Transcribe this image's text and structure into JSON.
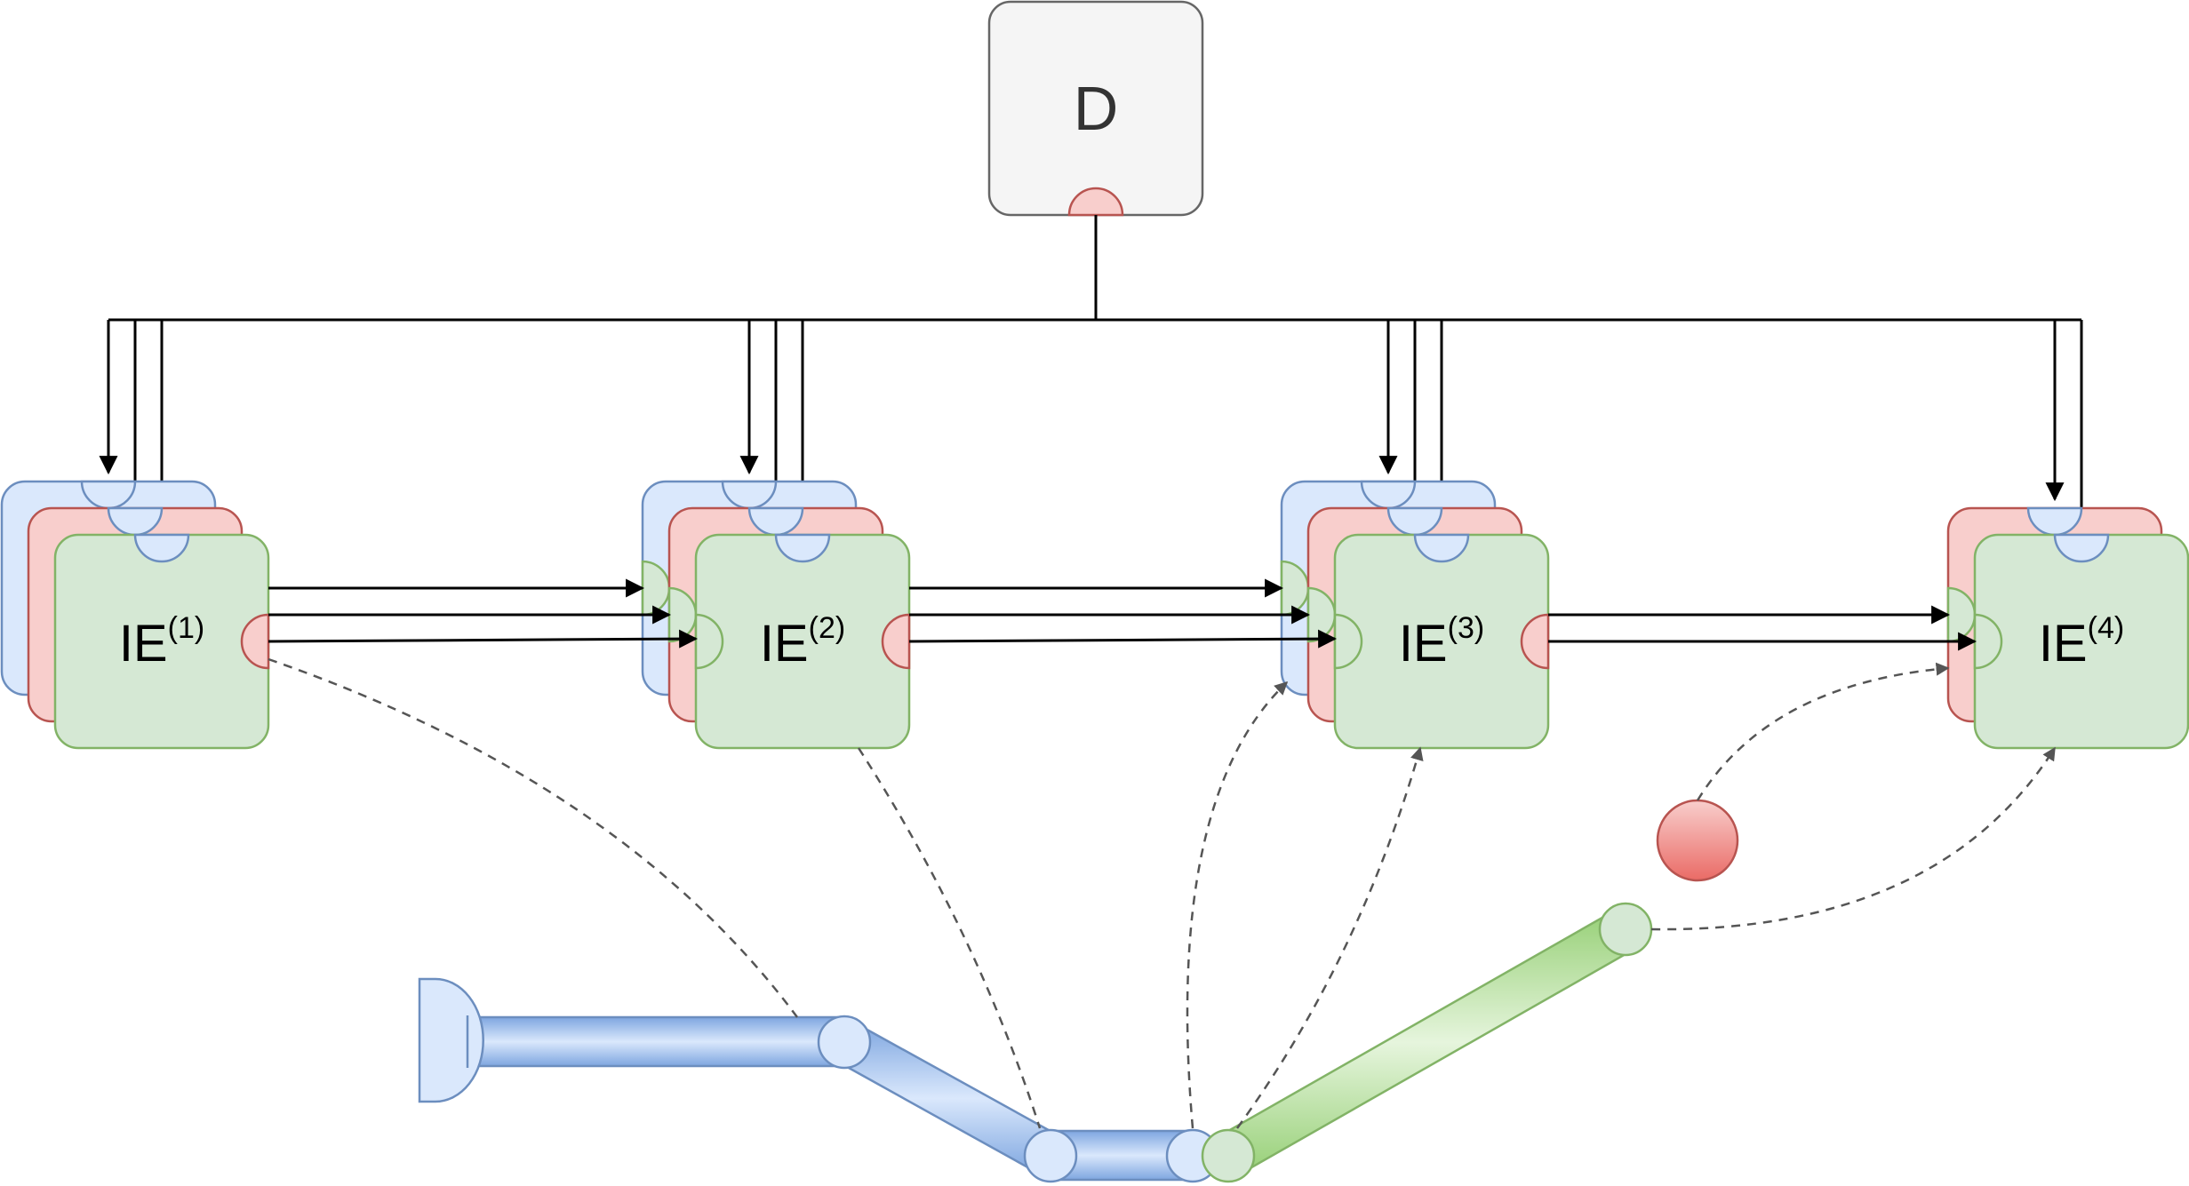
{
  "root_node": {
    "label": "D"
  },
  "ie_nodes": [
    {
      "label": "IE",
      "superscript": "(1)"
    },
    {
      "label": "IE",
      "superscript": "(2)"
    },
    {
      "label": "IE",
      "superscript": "(3)"
    },
    {
      "label": "IE",
      "superscript": "(4)"
    }
  ],
  "colors": {
    "blue_fill": "#dae8fc",
    "blue_stroke": "#6c8ebf",
    "red_fill": "#f8cecc",
    "red_stroke": "#b85450",
    "green_fill": "#d5e8d4",
    "green_stroke": "#82b366",
    "root_fill": "#f5f5f5",
    "root_stroke": "#666666",
    "arrow": "#000000",
    "dashed": "#555555"
  }
}
